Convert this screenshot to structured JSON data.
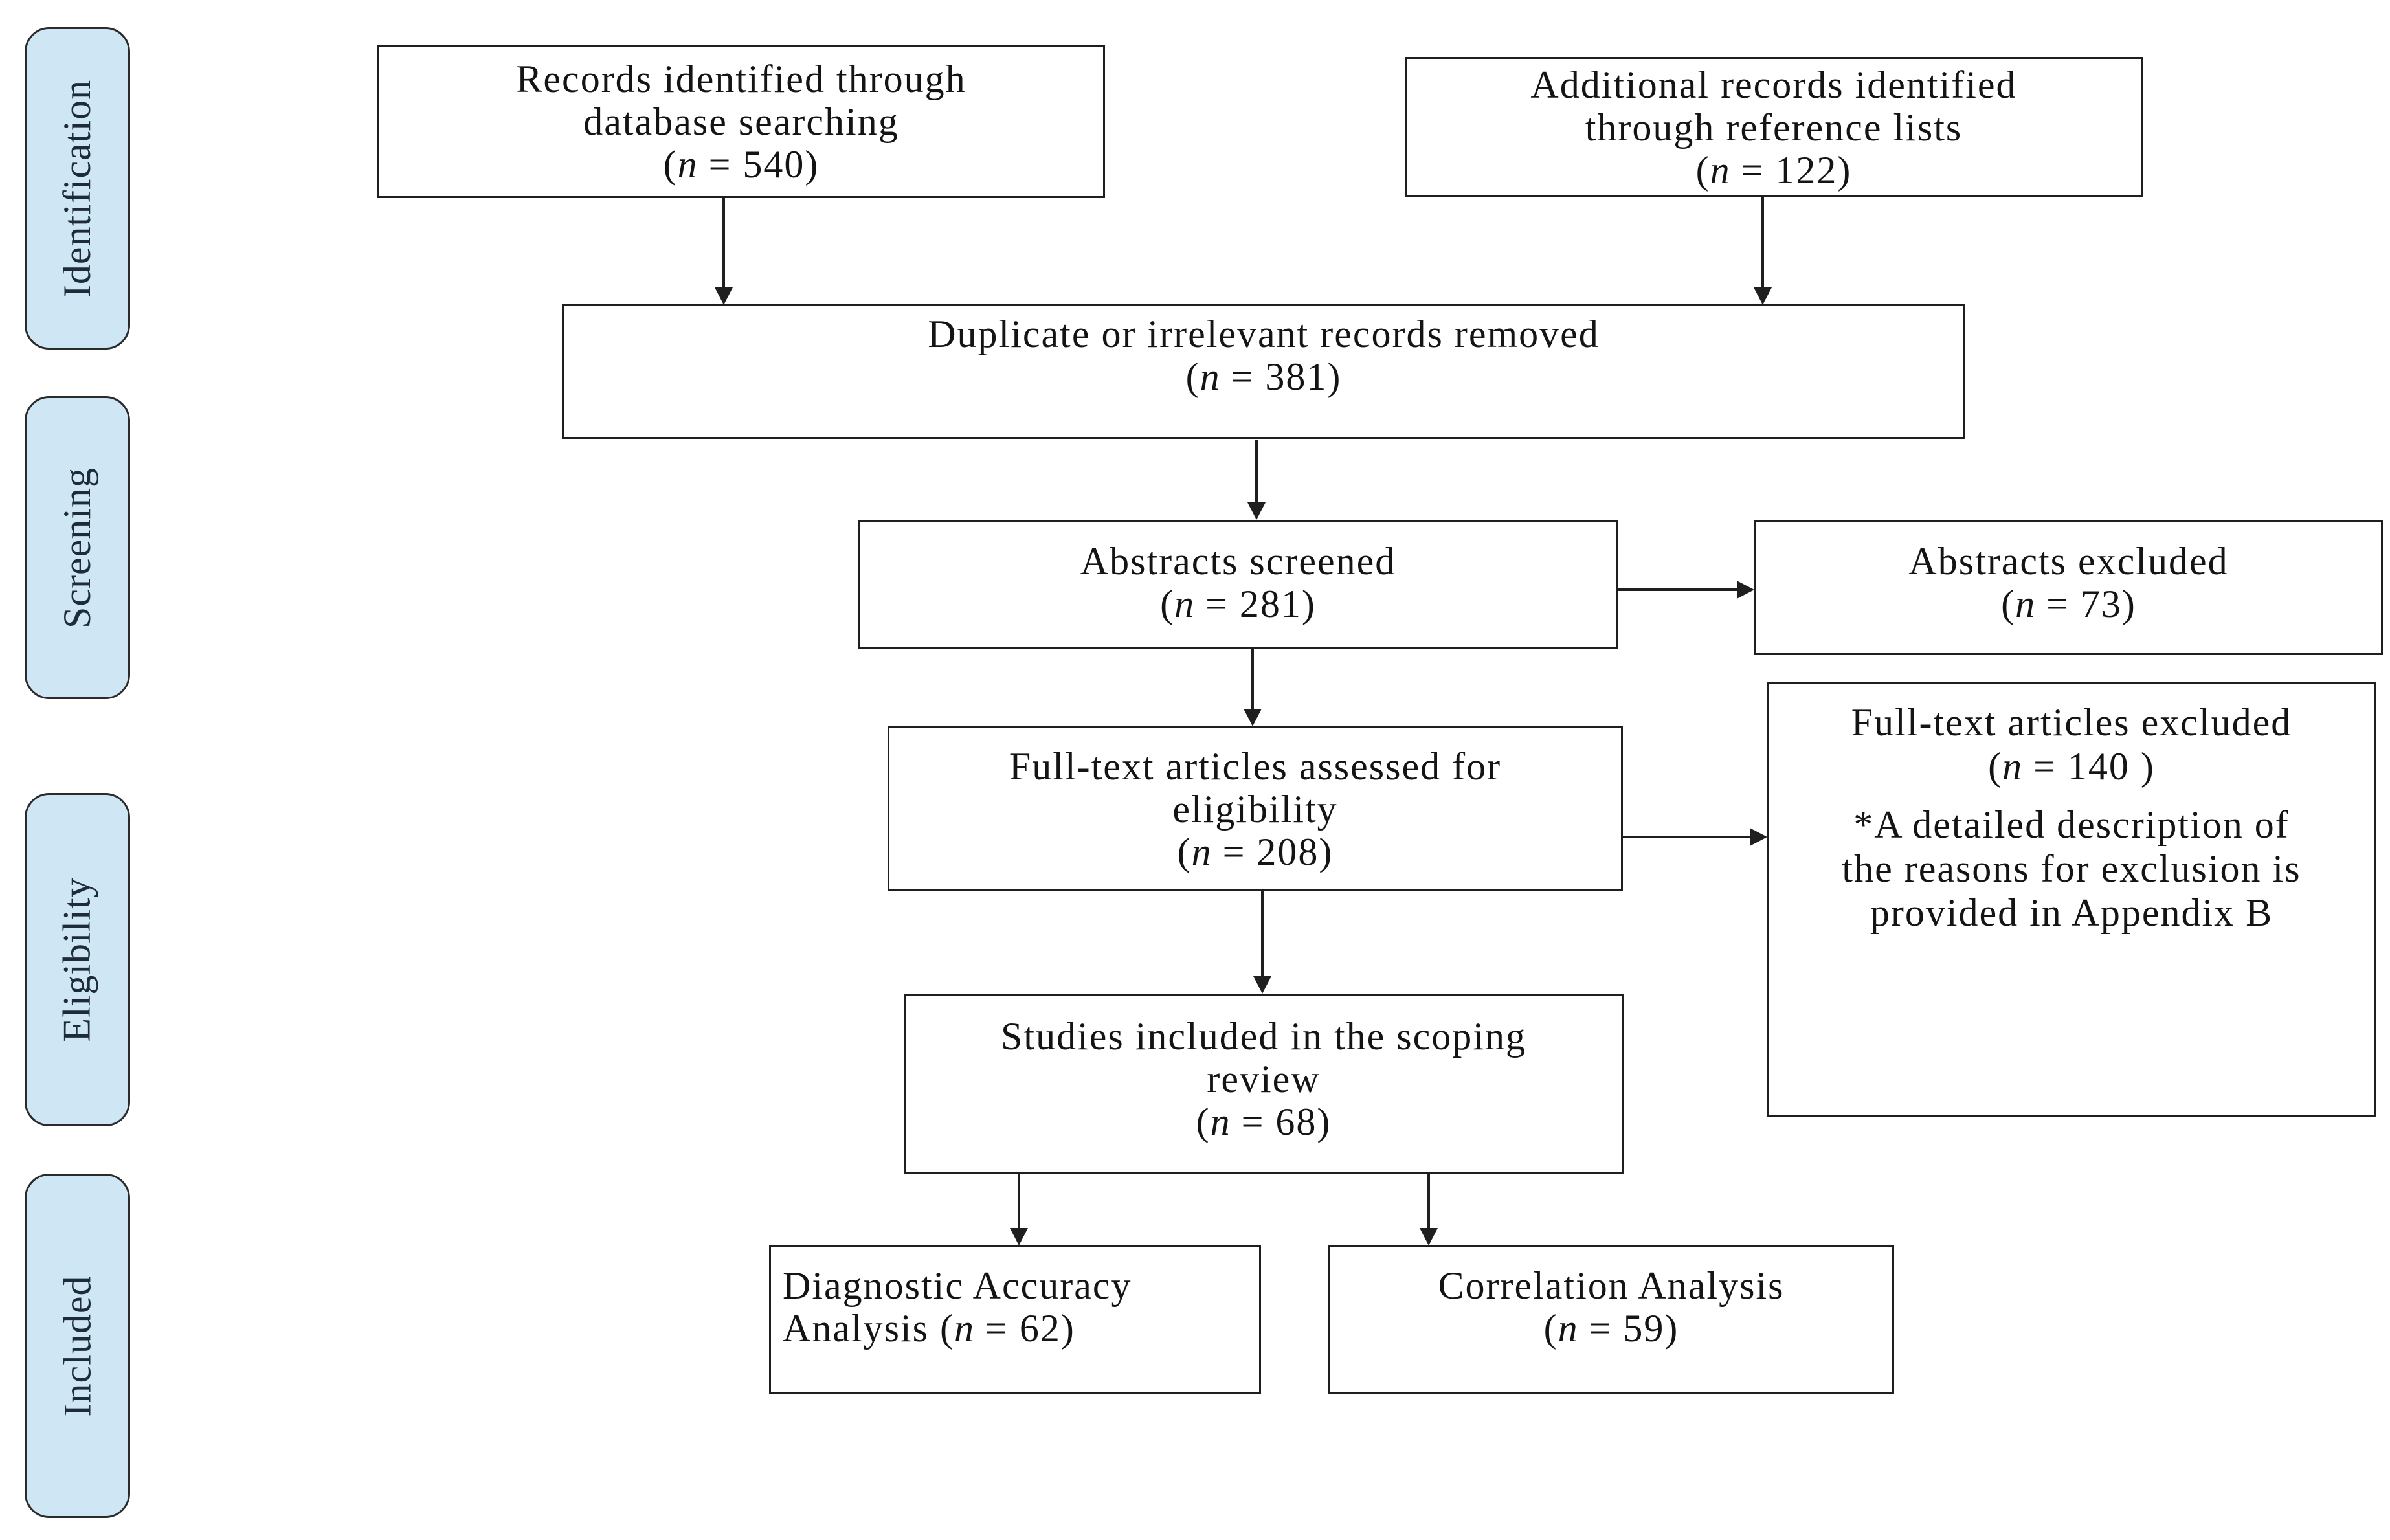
{
  "figure": {
    "kind": "PRISMA scoping review flow diagram"
  },
  "colors": {
    "stage_fill": "#cfe6f5",
    "stage_border": "#2b2b2b",
    "stage_text": "#1e2b38",
    "line": "#1f1f1f",
    "text": "#141414"
  },
  "stages": [
    {
      "label": "Identification"
    },
    {
      "label": "Screening"
    },
    {
      "label": "Eligibility"
    },
    {
      "label": "Included"
    }
  ],
  "boxes": {
    "db_records": {
      "line1": "Records identified through",
      "line2": "database searching",
      "count": "(n = 540)"
    },
    "ref_records": {
      "line1": "Additional records identified",
      "line2": "through reference lists",
      "count": "(n = 122)"
    },
    "duplicates_removed": {
      "line1": "Duplicate or irrelevant records removed",
      "count": "(n = 381)"
    },
    "abstracts_screened": {
      "line1": "Abstracts screened",
      "count": "(n = 281)"
    },
    "abstracts_excluded": {
      "line1": "Abstracts excluded",
      "count": "(n = 73)"
    },
    "fulltext_assessed": {
      "line1": "Full-text articles assessed for",
      "line2": "eligibility",
      "count": "(n = 208)"
    },
    "fulltext_excluded": {
      "line1": "Full-text articles excluded",
      "count": "(n = 140 )",
      "note1": "*A detailed description of",
      "note2": "the reasons for exclusion is",
      "note3": "provided in Appendix B"
    },
    "studies_included": {
      "line1": "Studies included in the scoping",
      "line2": "review",
      "count": "(n = 68)"
    },
    "diagnostic_accuracy": {
      "line1": "Diagnostic Accuracy",
      "count_line": "Analysis (n = 62)"
    },
    "correlation_analysis": {
      "line1": "Correlation Analysis",
      "count": "(n = 59)"
    }
  }
}
